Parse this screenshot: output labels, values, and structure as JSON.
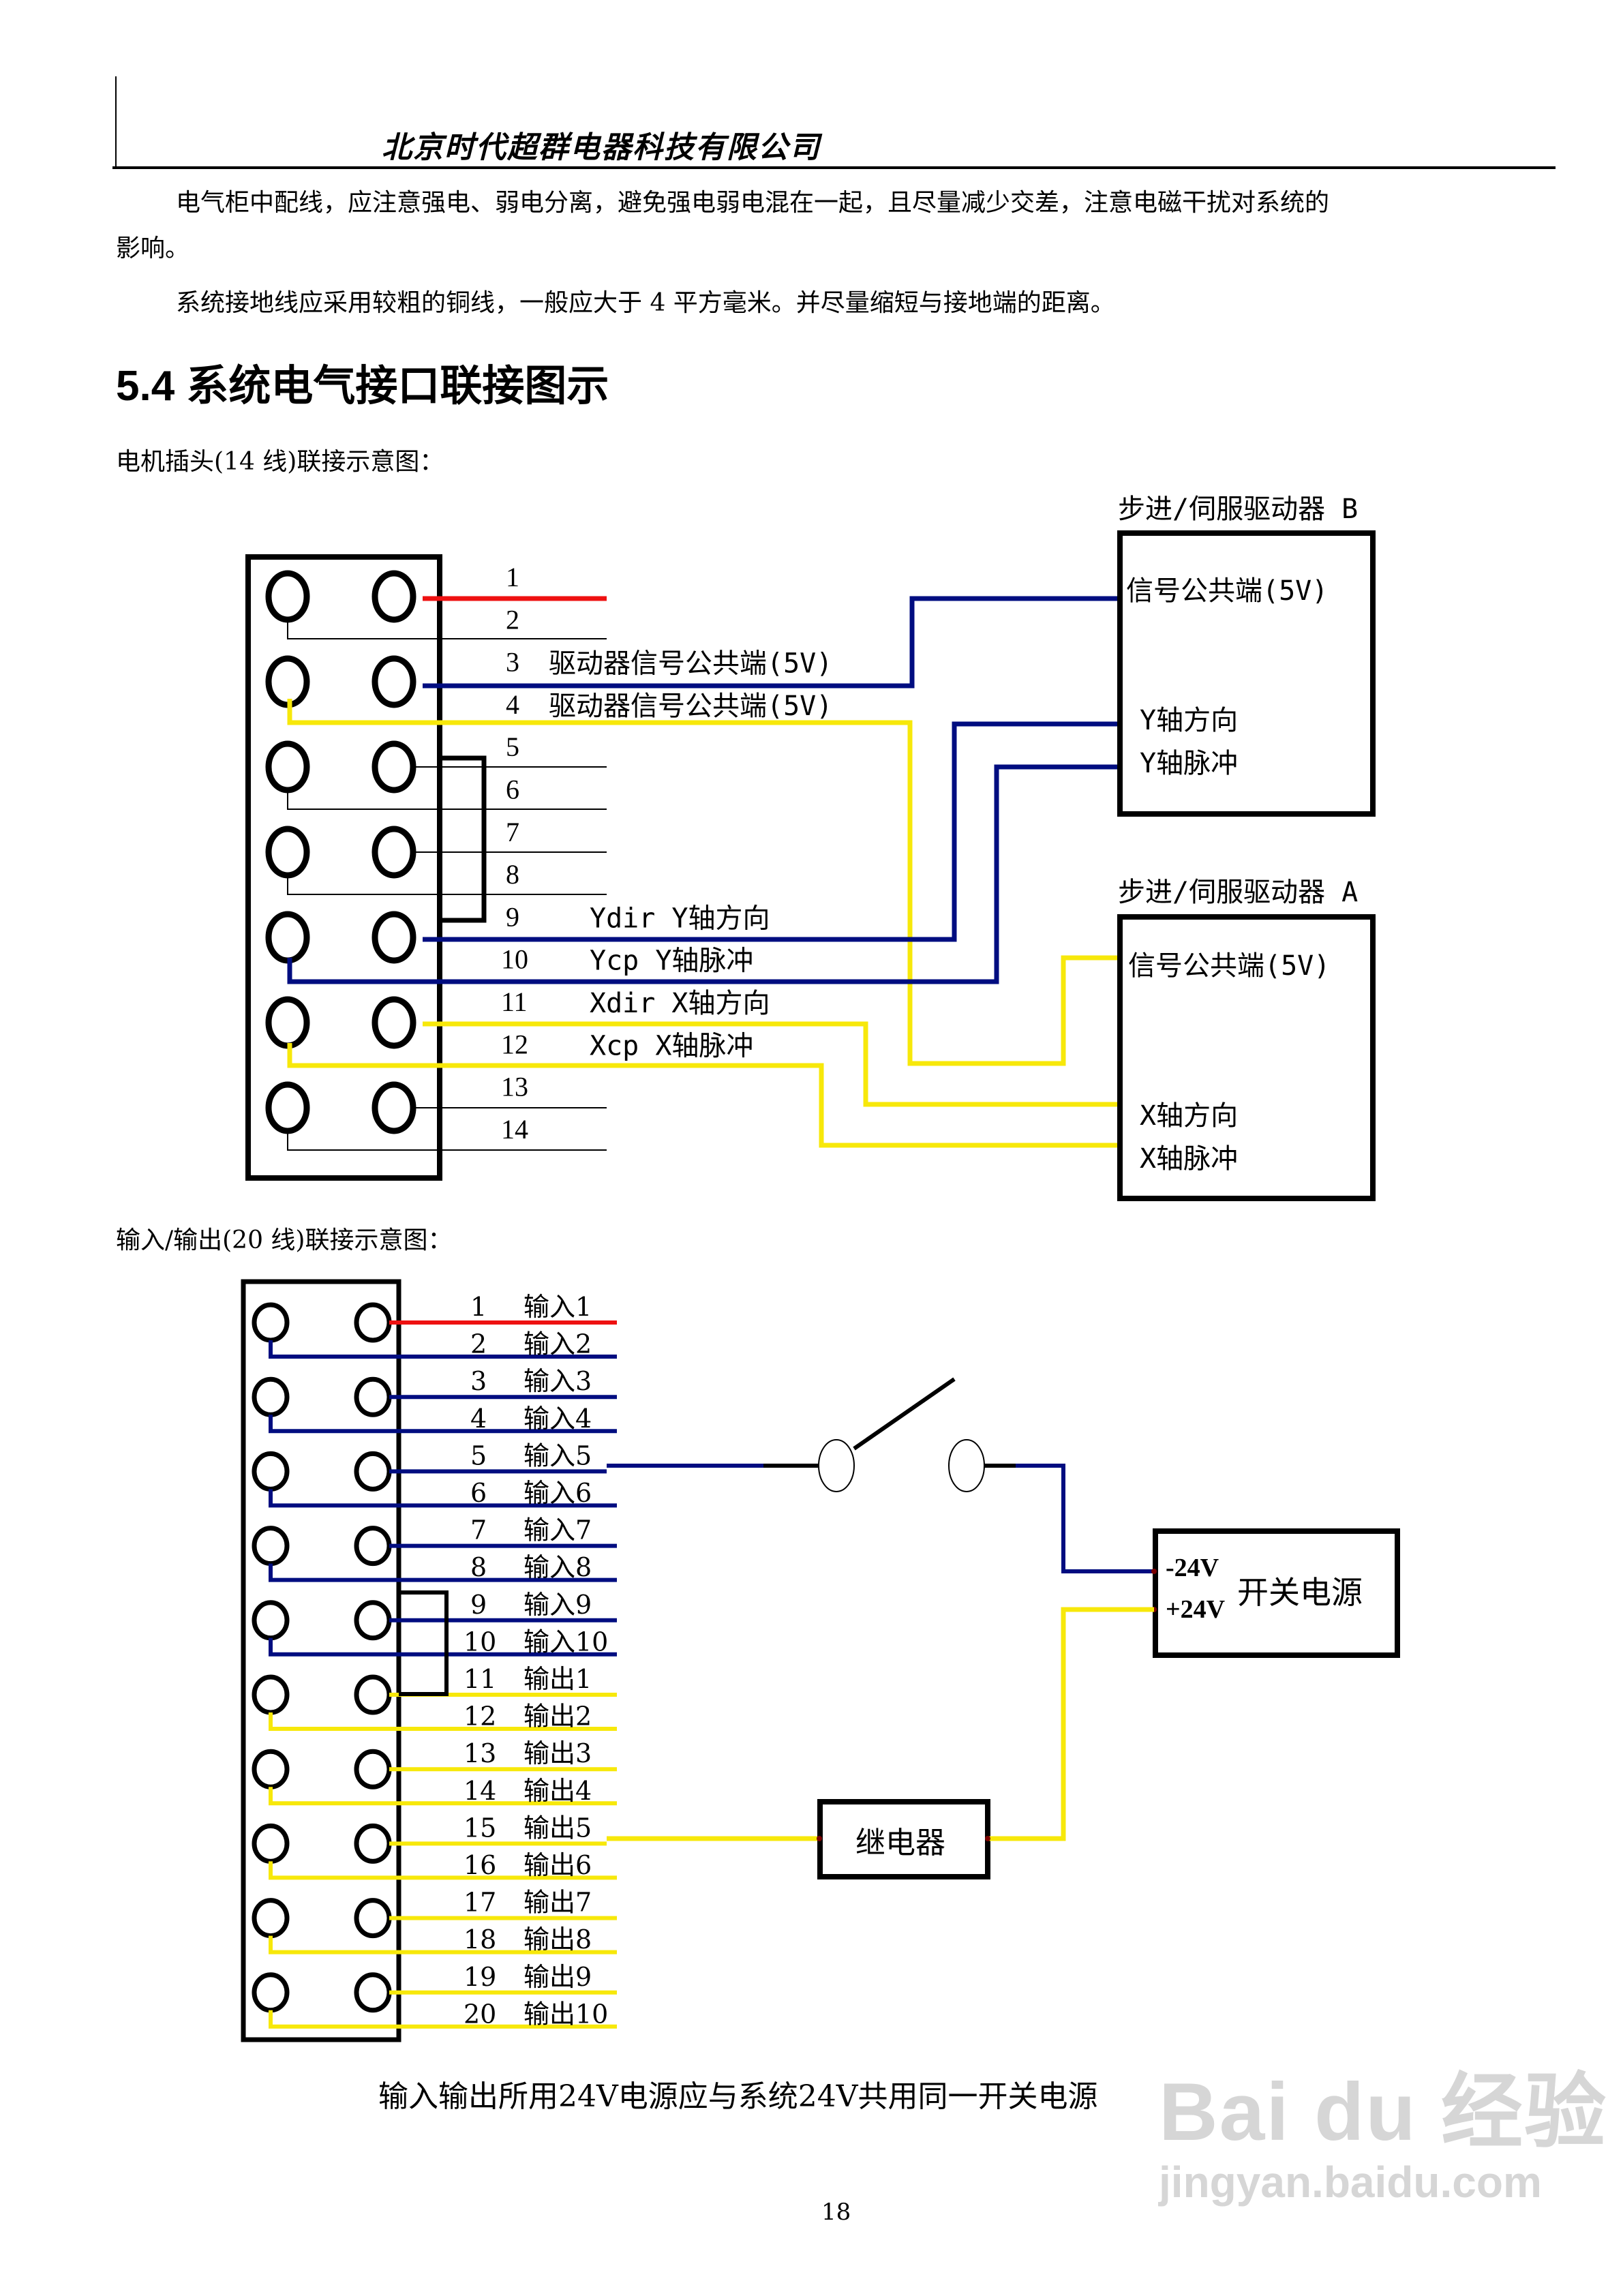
{
  "header": {
    "company": "北京时代超群电器科技有限公司"
  },
  "body": {
    "paragraph1_line1": "电气柜中配线，应注意强电、弱电分离，避免强电弱电混在一起，且尽量减少交差，注意电磁干扰对系统的",
    "paragraph1_line2": "影响。",
    "paragraph2": "系统接地线应采用较粗的铜线，一般应大于 4 平方毫米。并尽量缩短与接地端的距离。",
    "section_heading": "5.4 系统电气接口联接图示",
    "motor_caption": "电机插头(14 线)联接示意图：",
    "io_caption": "输入/输出(20 线)联接示意图：",
    "footer_note": "输入输出所用24V电源应与系统24V共用同一开关电源",
    "page_number": "18"
  },
  "motor_connector": {
    "pins": [
      {
        "num": "1",
        "label": ""
      },
      {
        "num": "2",
        "label": ""
      },
      {
        "num": "3",
        "label": "驱动器信号公共端(5V)"
      },
      {
        "num": "4",
        "label": "驱动器信号公共端(5V)"
      },
      {
        "num": "5",
        "label": ""
      },
      {
        "num": "6",
        "label": ""
      },
      {
        "num": "7",
        "label": ""
      },
      {
        "num": "8",
        "label": ""
      },
      {
        "num": "9",
        "label": "Ydir Y轴方向"
      },
      {
        "num": "10",
        "label": "Ycp  Y轴脉冲"
      },
      {
        "num": "11",
        "label": "Xdir X轴方向"
      },
      {
        "num": "12",
        "label": "Xcp  X轴脉冲"
      },
      {
        "num": "13",
        "label": ""
      },
      {
        "num": "14",
        "label": ""
      }
    ]
  },
  "driver_b": {
    "title": "步进/伺服驱动器 B",
    "common": "信号公共端(5V)",
    "dir": "Y轴方向",
    "pulse": "Y轴脉冲"
  },
  "driver_a": {
    "title": "步进/伺服驱动器 A",
    "common": "信号公共端(5V)",
    "dir": "X轴方向",
    "pulse": "X轴脉冲"
  },
  "io_connector": {
    "pins": [
      {
        "num": "1",
        "label": "输入1"
      },
      {
        "num": "2",
        "label": "输入2"
      },
      {
        "num": "3",
        "label": "输入3"
      },
      {
        "num": "4",
        "label": "输入4"
      },
      {
        "num": "5",
        "label": "输入5"
      },
      {
        "num": "6",
        "label": "输入6"
      },
      {
        "num": "7",
        "label": "输入7"
      },
      {
        "num": "8",
        "label": "输入8"
      },
      {
        "num": "9",
        "label": "输入9"
      },
      {
        "num": "10",
        "label": "输入10"
      },
      {
        "num": "11",
        "label": "输出1"
      },
      {
        "num": "12",
        "label": "输出2"
      },
      {
        "num": "13",
        "label": "输出3"
      },
      {
        "num": "14",
        "label": "输出4"
      },
      {
        "num": "15",
        "label": "输出5"
      },
      {
        "num": "16",
        "label": "输出6"
      },
      {
        "num": "17",
        "label": "输出7"
      },
      {
        "num": "18",
        "label": "输出8"
      },
      {
        "num": "19",
        "label": "输出9"
      },
      {
        "num": "20",
        "label": "输出10"
      }
    ]
  },
  "power_supply": {
    "label": "开关电源",
    "minus": "-24V",
    "plus": "+24V"
  },
  "relay": {
    "label": "继电器"
  },
  "colors": {
    "red_wire": "#ee1111",
    "blue_wire": "#000d80",
    "yellow_wire": "#f7e80a",
    "black": "#000000"
  },
  "watermark": {
    "brand": "Bai du 经验",
    "url": "jingyan.baidu.com"
  }
}
